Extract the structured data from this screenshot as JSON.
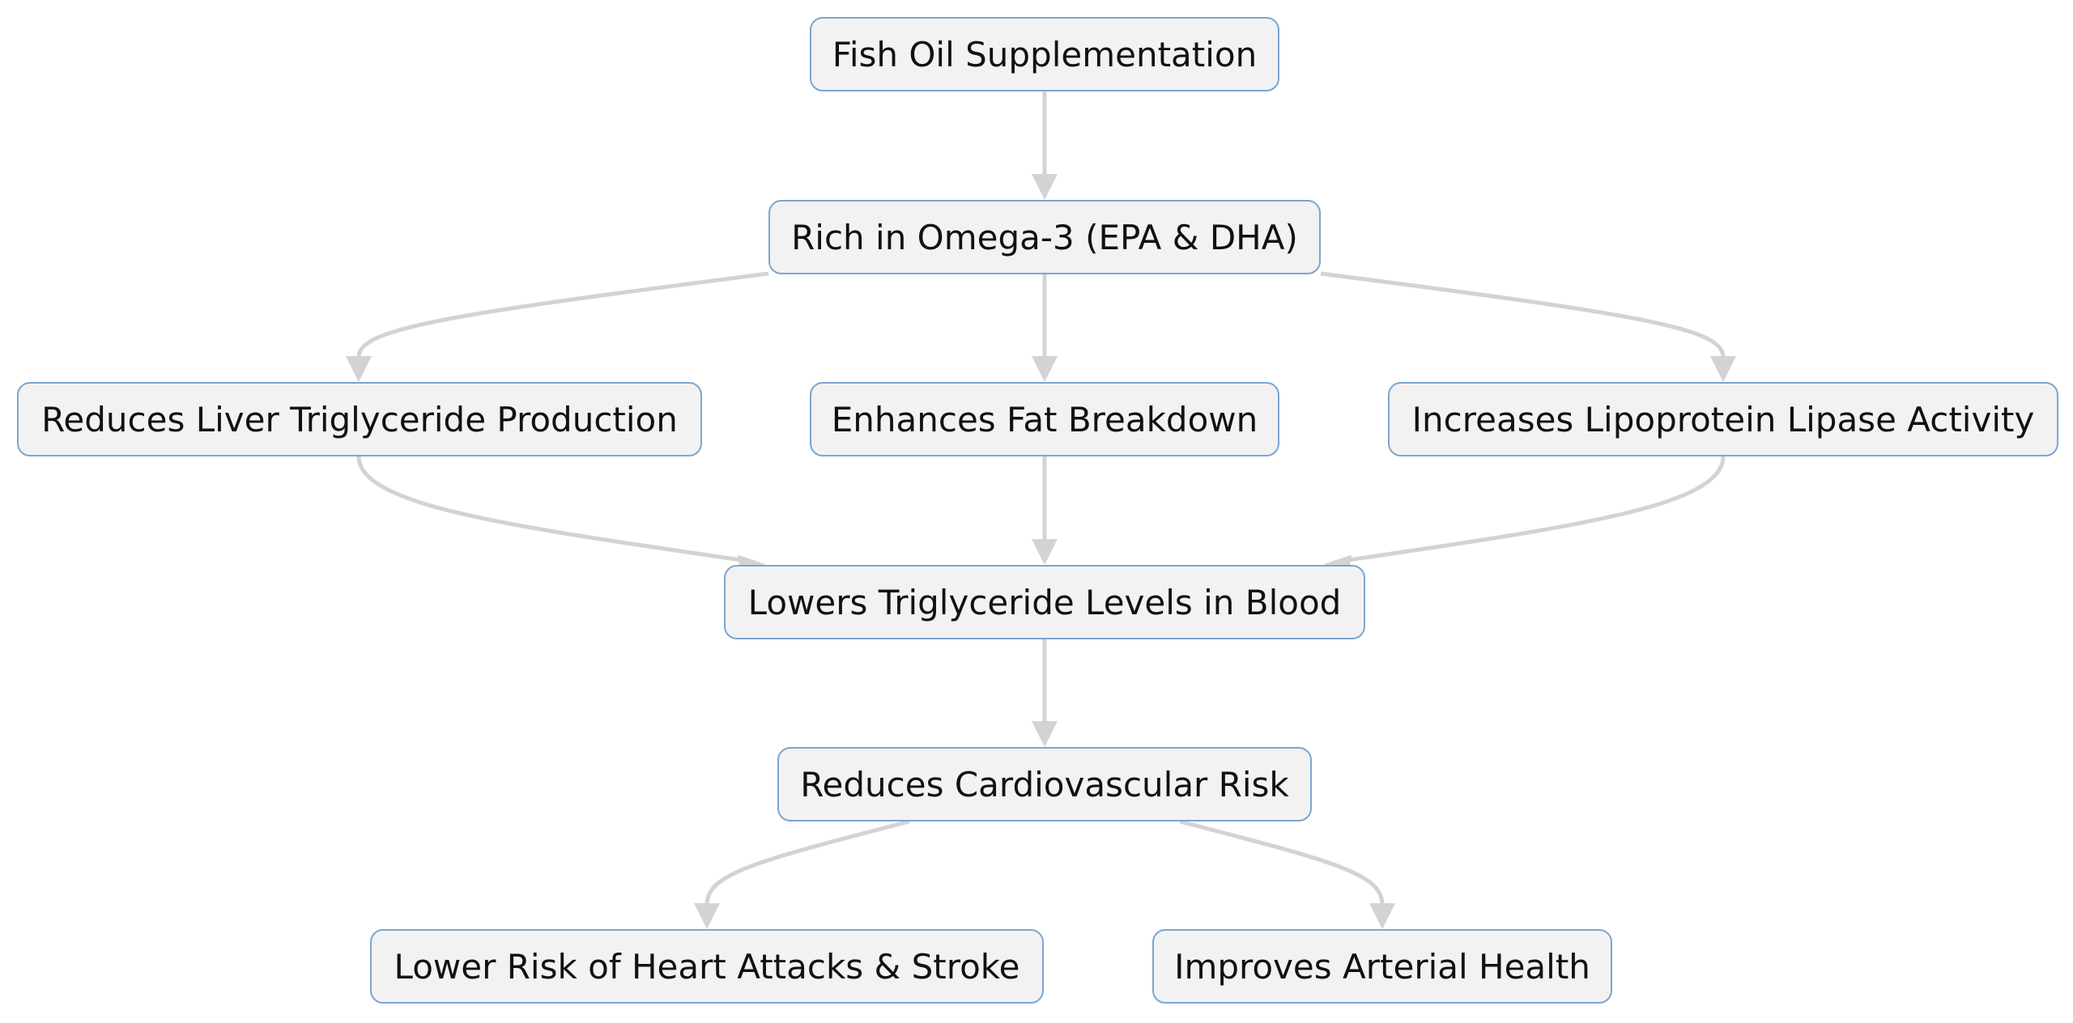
{
  "diagram": {
    "nodes": [
      {
        "id": "fish_oil",
        "label": "Fish Oil Supplementation"
      },
      {
        "id": "omega3",
        "label": "Rich in Omega-3 (EPA & DHA)"
      },
      {
        "id": "liver",
        "label": "Reduces Liver Triglyceride Production"
      },
      {
        "id": "fat",
        "label": "Enhances Fat Breakdown"
      },
      {
        "id": "lipase",
        "label": "Increases Lipoprotein Lipase Activity"
      },
      {
        "id": "lowers",
        "label": "Lowers Triglyceride Levels in Blood"
      },
      {
        "id": "cardio",
        "label": "Reduces Cardiovascular Risk"
      },
      {
        "id": "heart",
        "label": "Lower Risk of Heart Attacks & Stroke"
      },
      {
        "id": "arterial",
        "label": "Improves Arterial Health"
      }
    ],
    "edges": [
      {
        "from": "fish_oil",
        "to": "omega3"
      },
      {
        "from": "omega3",
        "to": "liver"
      },
      {
        "from": "omega3",
        "to": "fat"
      },
      {
        "from": "omega3",
        "to": "lipase"
      },
      {
        "from": "liver",
        "to": "lowers"
      },
      {
        "from": "fat",
        "to": "lowers"
      },
      {
        "from": "lipase",
        "to": "lowers"
      },
      {
        "from": "lowers",
        "to": "cardio"
      },
      {
        "from": "cardio",
        "to": "heart"
      },
      {
        "from": "cardio",
        "to": "arterial"
      }
    ],
    "colors": {
      "node_fill": "#f2f2f3",
      "node_border": "#7aa6d0",
      "edge": "#d3d3d3",
      "text": "#111111"
    }
  }
}
